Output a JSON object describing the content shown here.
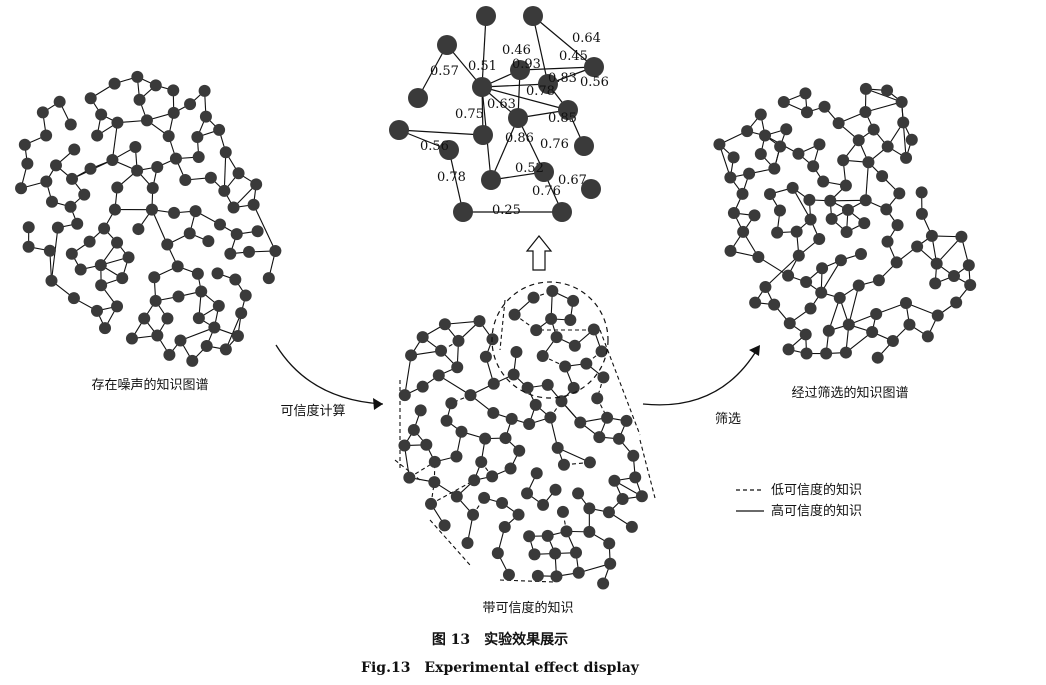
{
  "figure": {
    "caption_cn": "图 13　实验效果展示",
    "caption_en": "Fig.13　Experimental effect display"
  },
  "panels": {
    "noisy_graph_caption": "存在噪声的知识图谱",
    "credibility_graph_caption": "带可信度的知识",
    "filtered_graph_caption": "经过筛选的知识图谱"
  },
  "steps": {
    "credibility_calc": "可信度计算",
    "filter": "筛选"
  },
  "legend": {
    "low": "低可信度的知识",
    "high": "高可信度的知识"
  },
  "zoom_edge_labels": [
    "0.46",
    "0.64",
    "0.57",
    "0.51",
    "0.45",
    "0.83",
    "0.78",
    "0.56",
    "0.75",
    "0.63",
    "0.76",
    "0.86",
    "0.85",
    "0.56",
    "0.52",
    "0.76",
    "0.78",
    "0.67",
    "0.25",
    "0.93"
  ],
  "colors": {
    "node": "#3a3a3a",
    "edge": "#111111",
    "highlight_node": "#666666"
  }
}
